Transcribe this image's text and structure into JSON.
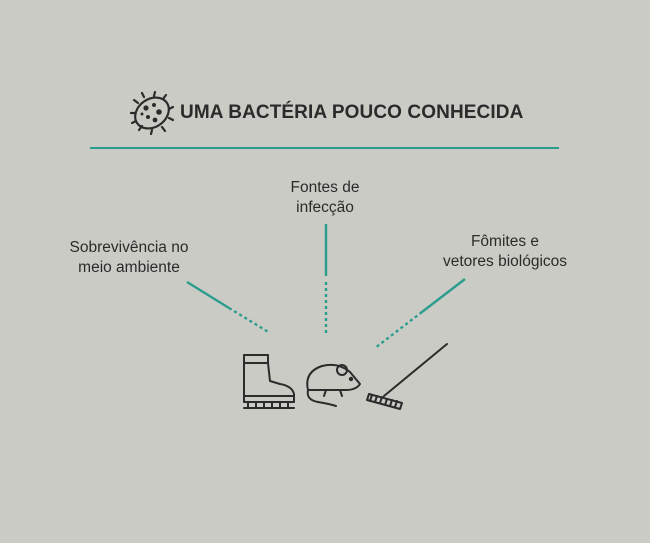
{
  "header": {
    "title": "UMA BACTÉRIA POUCO CONHECIDA",
    "icon": "bacteria-icon"
  },
  "colors": {
    "background": "#cbcbc5",
    "accent": "#2a9d8f",
    "text": "#2b2b2b"
  },
  "labels": {
    "left": {
      "line1": "Sobrevivência no",
      "line2": "meio ambiente"
    },
    "center": {
      "line1": "Fontes de",
      "line2": "infecção"
    },
    "right": {
      "line1": "Fômites e",
      "line2": "vetores biológicos"
    }
  },
  "icons": {
    "left": "boot-icon",
    "center": "mouse-icon",
    "right": "rake-icon"
  }
}
